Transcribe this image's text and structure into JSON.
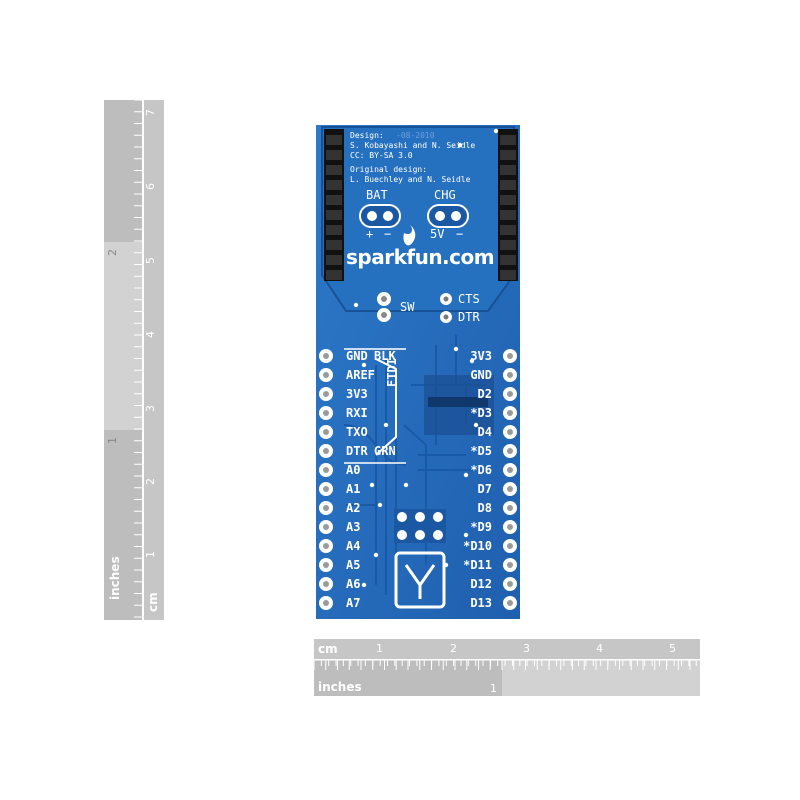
{
  "board": {
    "credits": {
      "design_label": "Design:",
      "design_names": "S. Kobayashi and N. Seidle",
      "license": "CC: BY-SA 3.0",
      "original_label": "Original design:",
      "original_names": "L. Buechley and N. Seidle",
      "date_fragment": "-08-2010"
    },
    "bat_label": "BAT",
    "bat_plus": "+",
    "bat_minus": "−",
    "chg_label": "CHG",
    "chg_5v": "5V",
    "chg_minus": "−",
    "brand": "sparkfun.com",
    "sw_label": "SW",
    "cts_label": "CTS",
    "dtr_top_label": "DTR",
    "ftdi_label": "FTDI",
    "left_pins": [
      "GND",
      "AREF",
      "3V3",
      "RXI",
      "TXO",
      "DTR",
      "A0",
      "A1",
      "A2",
      "A3",
      "A4",
      "A5",
      "A6",
      "A7"
    ],
    "left_pins_right": [
      "BLK",
      "GRN"
    ],
    "right_pins": [
      "3V3",
      "GND",
      "D2",
      "*D3",
      "D4",
      "*D5",
      "*D6",
      "D7",
      "D8",
      "*D9",
      "*D10",
      "*D11",
      "D12",
      "D13"
    ]
  },
  "ruler_vertical": {
    "cm_label": "cm",
    "inches_label": "inches",
    "cm_numbers": [
      "1",
      "2",
      "3",
      "4",
      "5",
      "6",
      "7"
    ],
    "inch_numbers": [
      "1",
      "2"
    ]
  },
  "ruler_horizontal": {
    "cm_label": "cm",
    "inches_label": "inches",
    "cm_numbers": [
      "1",
      "2",
      "3",
      "4",
      "5"
    ],
    "inch_numbers": [
      "1"
    ]
  }
}
